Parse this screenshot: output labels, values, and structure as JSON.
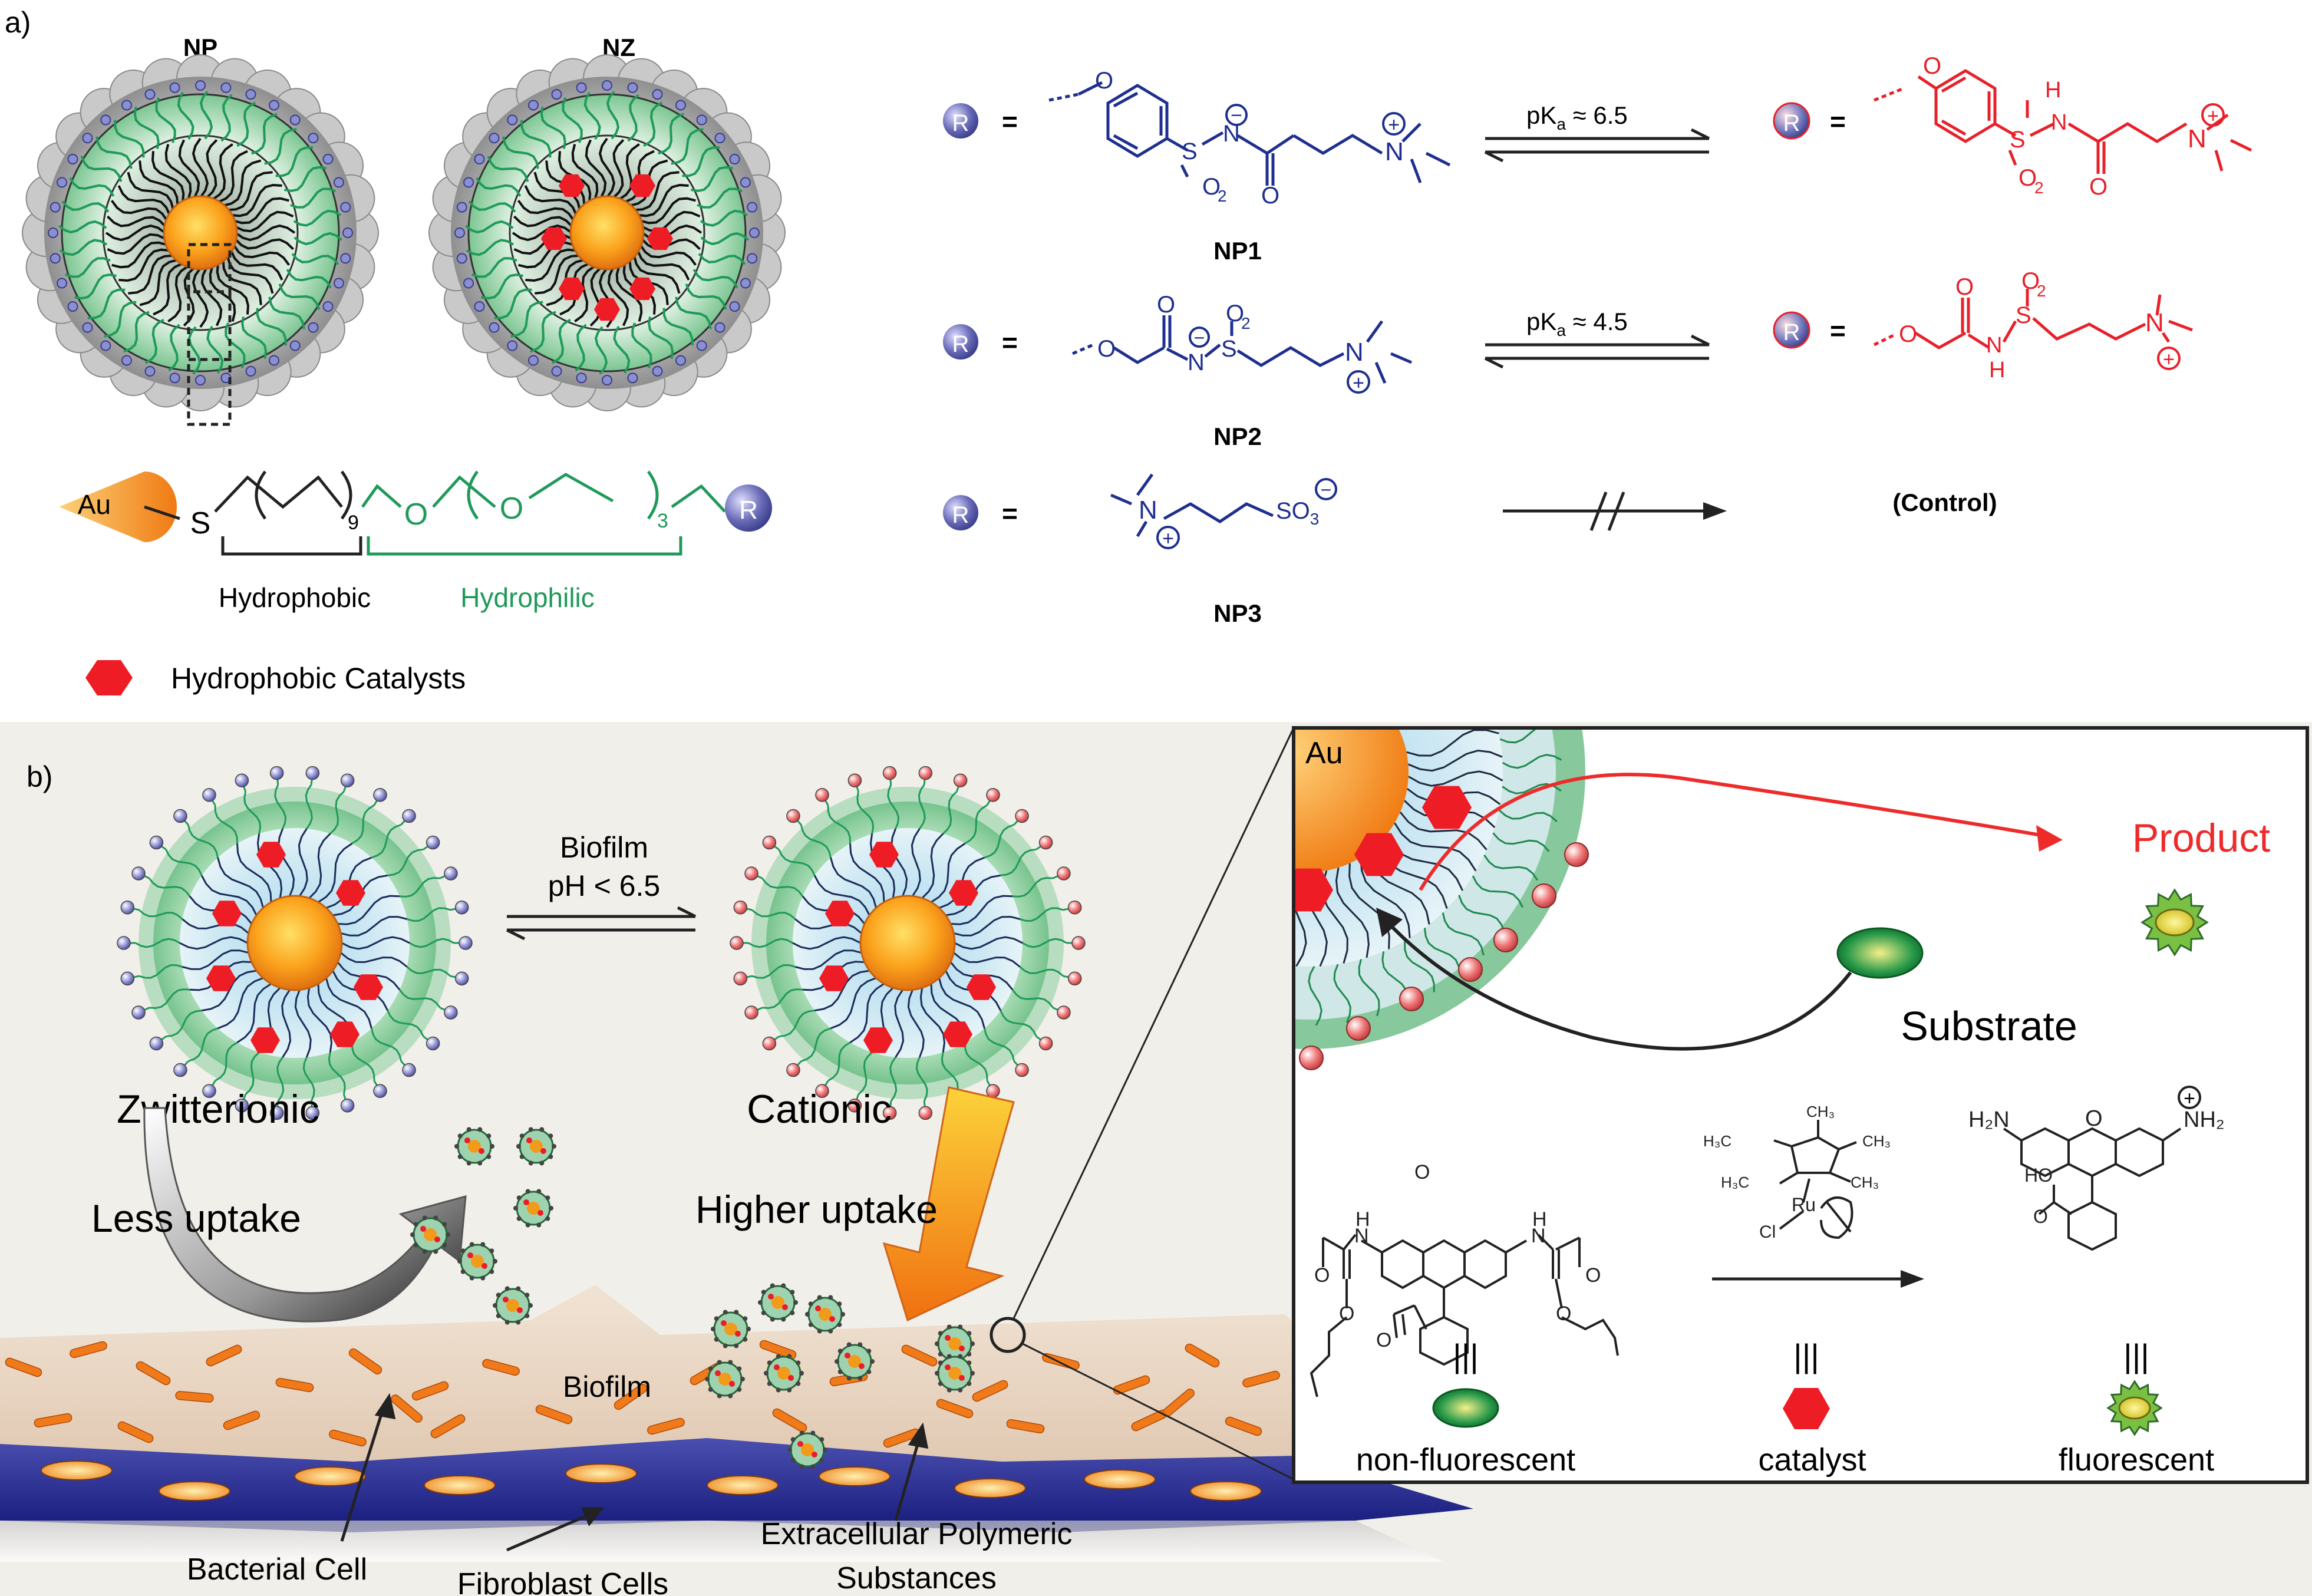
{
  "panel_a": {
    "label": "a)",
    "np_title": "NP",
    "nz_title": "NZ",
    "ligand": {
      "au": "Au",
      "s": "S",
      "sub9": "9",
      "o1": "O",
      "o2": "O",
      "sub3": "3",
      "r": "R",
      "hydrophobic": "Hydrophobic",
      "hydrophilic": "Hydrophilic"
    },
    "legend_catalyst": "Hydrophobic Catalysts",
    "rows": [
      {
        "r": "R",
        "eq": "=",
        "name": "NP1",
        "pka_prefix": "pK",
        "pka_sub": "a",
        "pka_value": " ≈ 6.5"
      },
      {
        "r": "R",
        "eq": "=",
        "name": "NP2",
        "pka_prefix": "pK",
        "pka_sub": "a",
        "pka_value": " ≈ 4.5"
      },
      {
        "r": "R",
        "eq": "=",
        "name": "NP3",
        "control": "(Control)"
      }
    ],
    "atoms": {
      "o": "O",
      "s": "S",
      "n": "N",
      "h": "H",
      "o2": "O",
      "two": "2",
      "plus": "+",
      "minus": "−",
      "so3": "SO",
      "three": "3"
    }
  },
  "panel_b": {
    "label": "b)",
    "biofilm_condition_line1": "Biofilm",
    "biofilm_condition_line2": "pH < 6.5",
    "zwitterionic": "Zwitterionic",
    "cationic": "Cationic",
    "less_uptake": "Less uptake",
    "higher_uptake": "Higher uptake",
    "biofilm": "Biofilm",
    "bacterial_cell": "Bacterial Cell",
    "fibroblast_cells": "Fibroblast Cells",
    "eps_line1": "Extracellular Polymeric",
    "eps_line2": "Substances",
    "inset": {
      "au": "Au",
      "product": "Product",
      "substrate": "Substrate",
      "non_fluorescent": "non-fluorescent",
      "catalyst": "catalyst",
      "fluorescent": "fluorescent",
      "equiv": "|||",
      "h2n": "H₂N",
      "nh2": "NH₂",
      "ho": "HO",
      "o": "O",
      "h": "H",
      "n": "N",
      "ru": "Ru",
      "cl": "Cl",
      "ch3": "CH₃",
      "h3c": "H₃C"
    }
  },
  "colors": {
    "blue": "#1e2f8f",
    "red": "#e8202a",
    "green": "#1f9a5a",
    "ligand_blue": "#7a7fc0",
    "orange": "#f28b1e",
    "background_b": "#f1efe9",
    "product_red": "#ee2b2b"
  }
}
